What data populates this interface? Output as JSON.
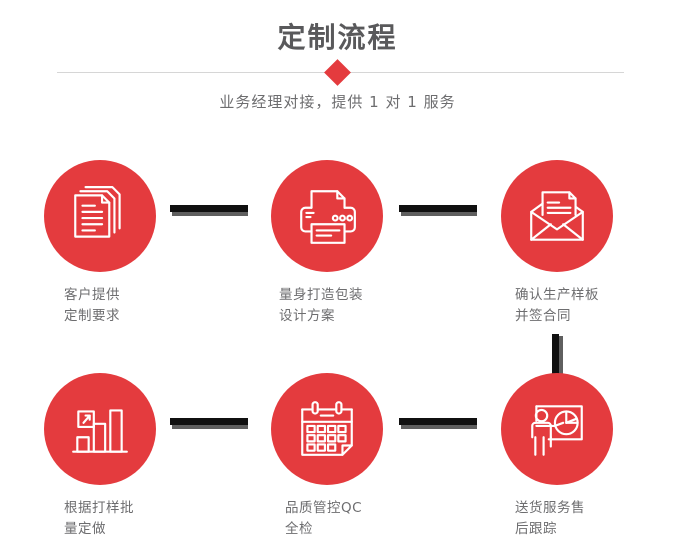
{
  "header": {
    "title": "定制流程",
    "subtitle": "业务经理对接，提供 1 对 1 服务",
    "accent_color": "#e43b3e",
    "title_color": "#59595b",
    "divider_color": "#d6d6d6",
    "diamond_icon": "diamond-marker"
  },
  "steps": [
    {
      "index": "1",
      "icon": "documents-stack-icon",
      "label": "客户提供\n定制要求"
    },
    {
      "index": "2",
      "icon": "printer-icon",
      "label": "量身打造包装\n设计方案"
    },
    {
      "index": "3",
      "icon": "open-envelope-document-icon",
      "label": "确认生产样板\n并签合同"
    },
    {
      "index": "4",
      "icon": "bar-chart-growth-icon",
      "label": "根据打样批\n量定做"
    },
    {
      "index": "5",
      "icon": "calendar-icon",
      "label": "品质管控QC\n全检"
    },
    {
      "index": "6",
      "icon": "presenter-pie-chart-icon",
      "label": "送货服务售\n后跟踪"
    }
  ],
  "connectors": {
    "bar_color": "#101010",
    "shadow_color": "#5f5f5f"
  }
}
